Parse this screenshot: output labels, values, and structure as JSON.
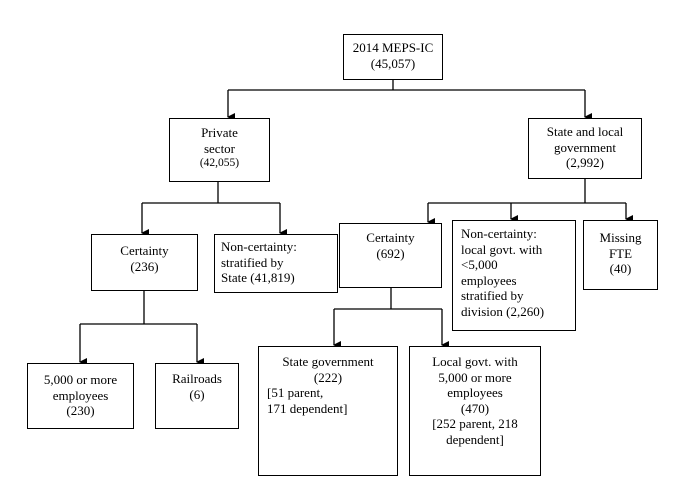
{
  "nodes": {
    "root": {
      "title": "2014 MEPS-IC",
      "count": "(45,057)"
    },
    "private": {
      "line1": "Private",
      "line2": "sector",
      "count": "(42,055)"
    },
    "state_local": {
      "line1": "State and local",
      "line2": "government",
      "count": "(2,992)"
    },
    "private_certainty": {
      "title": "Certainty",
      "count": "(236)"
    },
    "private_noncertainty": {
      "line1": "Non-certainty:",
      "line2": "stratified by",
      "line3": "State (41,819)"
    },
    "sl_certainty": {
      "title": "Certainty",
      "count": "(692)"
    },
    "sl_noncertainty": {
      "line1": "Non-certainty:",
      "line2": "local govt. with",
      "line3": "<5,000",
      "line4": "employees",
      "line5": "stratified by",
      "line6": "division (2,260)"
    },
    "missing_fte": {
      "line1": "Missing",
      "line2": "FTE",
      "count": "(40)"
    },
    "large_employers": {
      "line1": "5,000 or more",
      "line2": "employees",
      "count": "(230)"
    },
    "railroads": {
      "title": "Railroads",
      "count": "(6)"
    },
    "state_gov": {
      "title": "State government",
      "count": "(222)",
      "detail1": "[51 parent,",
      "detail2": "171 dependent]"
    },
    "local_gov": {
      "line1": "Local govt. with",
      "line2": "5,000 or more",
      "line3": "employees",
      "count": "(470)",
      "detail1": "[252 parent, 218",
      "detail2": "dependent]"
    }
  }
}
